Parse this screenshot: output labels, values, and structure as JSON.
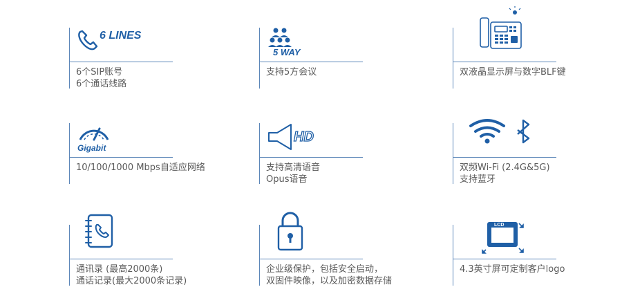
{
  "colors": {
    "accent": "#1f5fa6",
    "line": "#5b86b8",
    "text": "#5a5a5a"
  },
  "features": [
    {
      "icon": "phone-lines-icon",
      "icon_text": "6 LINES",
      "lines": [
        "6个SIP账号",
        "6个通话线路"
      ]
    },
    {
      "icon": "conference-icon",
      "icon_text": "5 WAY",
      "lines": [
        "支持5方会议"
      ]
    },
    {
      "icon": "desk-phone-icon",
      "icon_text": "",
      "lines": [
        "双液晶显示屏与数字BLF键"
      ]
    },
    {
      "icon": "gigabit-icon",
      "icon_text": "Gigabit",
      "lines": [
        "10/100/1000 Mbps自适应网络"
      ]
    },
    {
      "icon": "hd-voice-icon",
      "icon_text": "HD",
      "lines": [
        "支持高清语音",
        "Opus语音"
      ]
    },
    {
      "icon": "wifi-bluetooth-icon",
      "icon_text": "",
      "lines": [
        "双频Wi-Fi (2.4G&5G)",
        "支持蓝牙"
      ]
    },
    {
      "icon": "phonebook-icon",
      "icon_text": "",
      "lines": [
        "通讯录 (最高2000条)",
        "通话记录(最大2000条记录)"
      ]
    },
    {
      "icon": "lock-icon",
      "icon_text": "",
      "lines": [
        "企业级保护，包括安全启动，",
        "双固件映像，以及加密数据存储"
      ]
    },
    {
      "icon": "lcd-screen-icon",
      "icon_text": "LCD",
      "lines": [
        "4.3英寸屏可定制客户logo"
      ]
    }
  ]
}
